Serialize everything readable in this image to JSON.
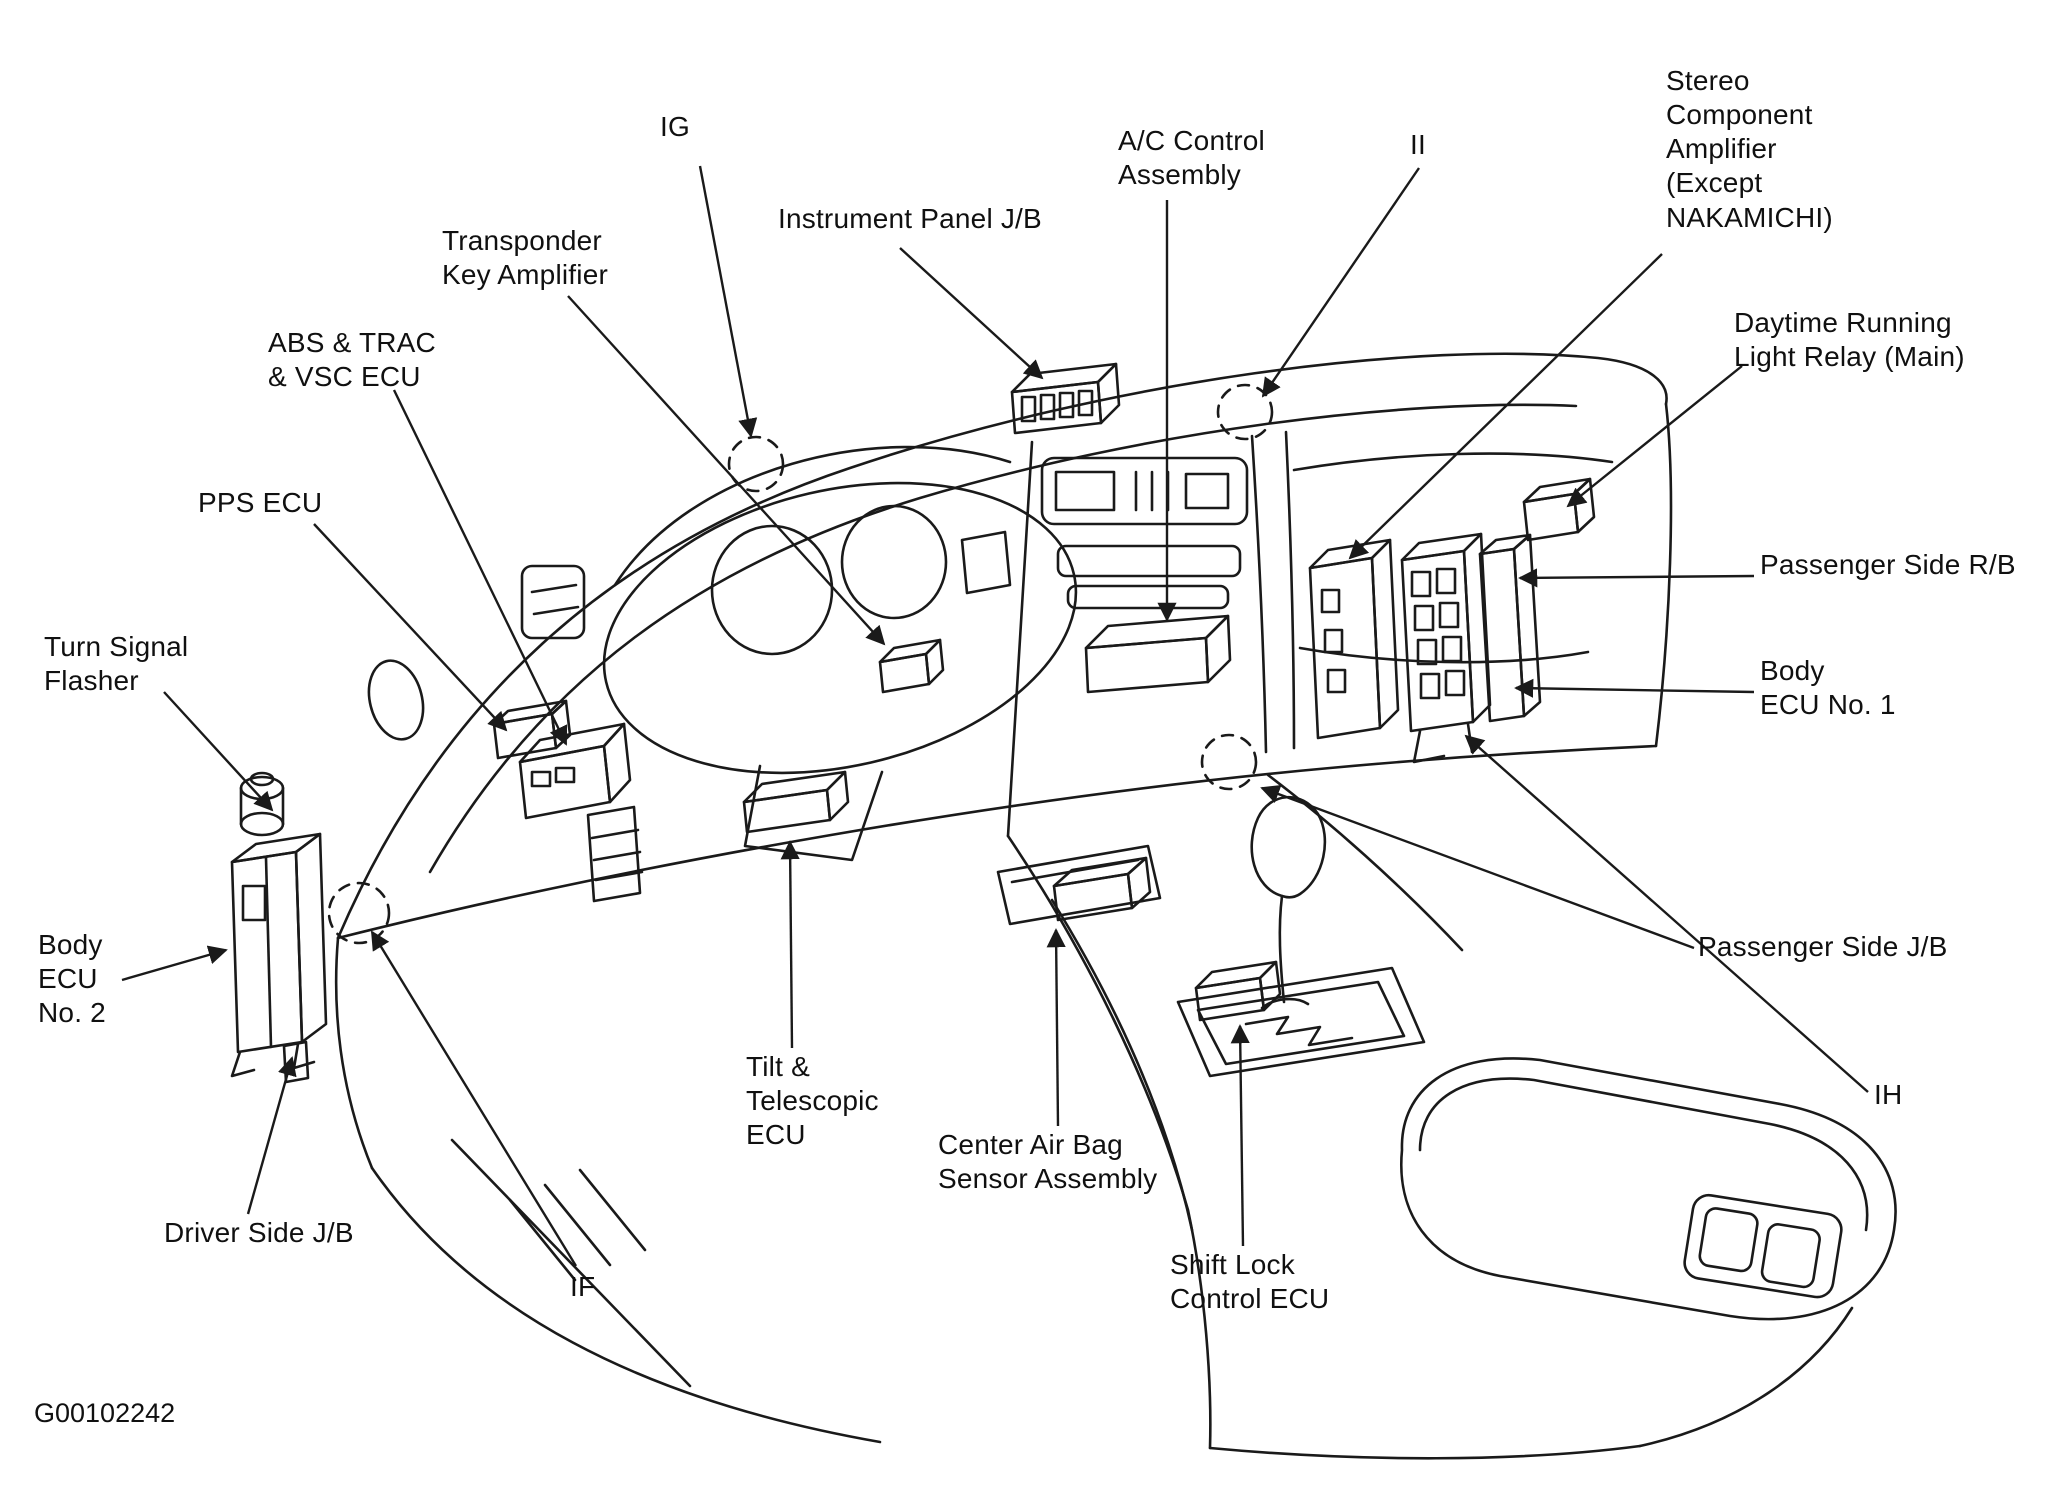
{
  "figure": {
    "code": "G00102242"
  },
  "colors": {
    "line": "#1a1a1a",
    "text": "#101010",
    "background": "#ffffff"
  },
  "labels": [
    {
      "id": "ig",
      "text": "IG"
    },
    {
      "id": "transponder-key-amplifier",
      "text": "Transponder\nKey Amplifier"
    },
    {
      "id": "instrument-panel-jb",
      "text": "Instrument Panel J/B"
    },
    {
      "id": "ac-control-assembly",
      "text": "A/C Control\nAssembly"
    },
    {
      "id": "ii",
      "text": "II"
    },
    {
      "id": "stereo-component-amplifier",
      "text": "Stereo\nComponent\nAmplifier\n(Except\nNAKAMICHI)"
    },
    {
      "id": "abs-trac-vsc-ecu",
      "text": "ABS & TRAC\n& VSC ECU"
    },
    {
      "id": "daytime-running-light-relay",
      "text": "Daytime Running\nLight Relay (Main)"
    },
    {
      "id": "pps-ecu",
      "text": "PPS ECU"
    },
    {
      "id": "passenger-side-rb",
      "text": "Passenger Side R/B"
    },
    {
      "id": "turn-signal-flasher",
      "text": "Turn Signal\nFlasher"
    },
    {
      "id": "body-ecu-no1",
      "text": "Body\nECU No. 1"
    },
    {
      "id": "body-ecu-no2",
      "text": "Body\nECU\nNo. 2"
    },
    {
      "id": "passenger-side-jb",
      "text": "Passenger Side J/B"
    },
    {
      "id": "ih",
      "text": "IH"
    },
    {
      "id": "tilt-telescopic-ecu",
      "text": "Tilt &\nTelescopic\nECU"
    },
    {
      "id": "center-air-bag-sensor",
      "text": "Center Air Bag\nSensor Assembly"
    },
    {
      "id": "driver-side-jb",
      "text": "Driver Side J/B"
    },
    {
      "id": "if",
      "text": "IF"
    },
    {
      "id": "shift-lock-control-ecu",
      "text": "Shift Lock\nControl ECU"
    }
  ]
}
